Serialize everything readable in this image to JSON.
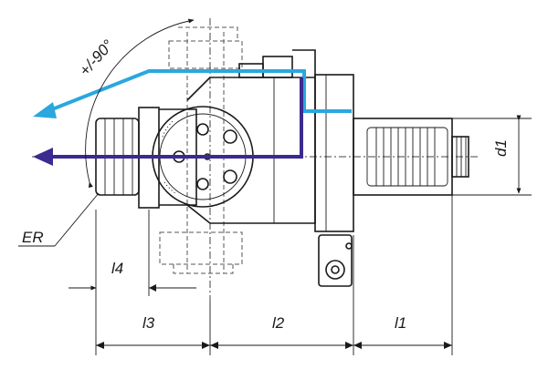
{
  "labels": {
    "angle": "+/-90°",
    "d1": "d1",
    "er": "ER",
    "l1": "l1",
    "l2": "l2",
    "l3": "l3",
    "l4": "l4"
  },
  "colors": {
    "coolant_outer": "#2aa7df",
    "coolant_inner": "#3b2a8f",
    "line": "#1a1a1a"
  }
}
